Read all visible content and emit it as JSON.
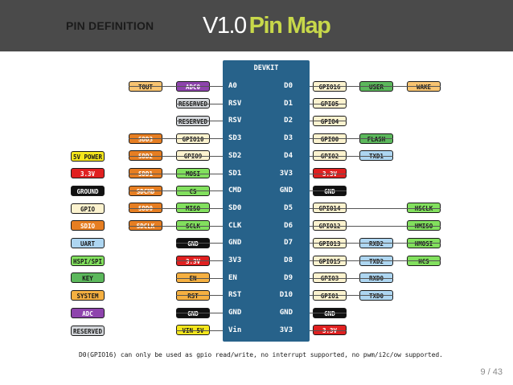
{
  "header": {
    "pin_definition": "PIN DEFINITION",
    "title_version": "V1.0",
    "title_main": "Pin Map"
  },
  "board": {
    "label": "DEVKIT"
  },
  "rows": [
    {
      "pin_left": "A0",
      "pin_right": "D0",
      "left": [
        {
          "text": "TOUT",
          "type": "tout"
        },
        {
          "text": "ADC0",
          "type": "adc"
        }
      ],
      "right": [
        {
          "text": "GPIO16",
          "type": "gpio"
        },
        {
          "text": "USER",
          "type": "key"
        },
        {
          "text": "WAKE",
          "type": "tout"
        }
      ]
    },
    {
      "pin_left": "RSV",
      "pin_right": "D1",
      "left": [
        {
          "text": "RESERVED",
          "type": "reserved"
        }
      ],
      "right": [
        {
          "text": "GPIO5",
          "type": "gpio"
        }
      ]
    },
    {
      "pin_left": "RSV",
      "pin_right": "D2",
      "left": [
        {
          "text": "RESERVED",
          "type": "reserved"
        }
      ],
      "right": [
        {
          "text": "GPIO4",
          "type": "gpio"
        }
      ]
    },
    {
      "pin_left": "SD3",
      "pin_right": "D3",
      "left": [
        {
          "text": "SDD3",
          "type": "sdio"
        },
        {
          "text": "GPIO10",
          "type": "gpio"
        }
      ],
      "right": [
        {
          "text": "GPIO0",
          "type": "gpio"
        },
        {
          "text": "FLASH",
          "type": "key"
        }
      ]
    },
    {
      "pin_left": "SD2",
      "pin_right": "D4",
      "left": [
        {
          "text": "SDD2",
          "type": "sdio"
        },
        {
          "text": "GPIO9",
          "type": "gpio"
        }
      ],
      "right": [
        {
          "text": "GPIO2",
          "type": "gpio"
        },
        {
          "text": "TXD1",
          "type": "uart"
        }
      ]
    },
    {
      "pin_left": "SD1",
      "pin_right": "3V3",
      "left": [
        {
          "text": "SDD1",
          "type": "sdio"
        },
        {
          "text": "MOSI",
          "type": "spi"
        }
      ],
      "right": [
        {
          "text": "3.3V",
          "type": "power33"
        }
      ]
    },
    {
      "pin_left": "CMD",
      "pin_right": "GND",
      "left": [
        {
          "text": "SDCMD",
          "type": "sdio"
        },
        {
          "text": "CS",
          "type": "spi"
        }
      ],
      "right": [
        {
          "text": "GND",
          "type": "ground"
        }
      ]
    },
    {
      "pin_left": "SD0",
      "pin_right": "D5",
      "left": [
        {
          "text": "SDD0",
          "type": "sdio"
        },
        {
          "text": "MISO",
          "type": "spi"
        }
      ],
      "right": [
        {
          "text": "GPIO14",
          "type": "gpio"
        },
        {
          "text": "HSCLK",
          "type": "spi"
        }
      ]
    },
    {
      "pin_left": "CLK",
      "pin_right": "D6",
      "left": [
        {
          "text": "SDCLK",
          "type": "sdio"
        },
        {
          "text": "SCLK",
          "type": "spi"
        }
      ],
      "right": [
        {
          "text": "GPIO12",
          "type": "gpio"
        },
        {
          "text": "HMISO",
          "type": "spi"
        }
      ]
    },
    {
      "pin_left": "GND",
      "pin_right": "D7",
      "left": [
        {
          "text": "GND",
          "type": "ground"
        }
      ],
      "right": [
        {
          "text": "GPIO13",
          "type": "gpio"
        },
        {
          "text": "RXD2",
          "type": "uart"
        },
        {
          "text": "HMOSI",
          "type": "spi"
        }
      ]
    },
    {
      "pin_left": "3V3",
      "pin_right": "D8",
      "left": [
        {
          "text": "3.3V",
          "type": "power33"
        }
      ],
      "right": [
        {
          "text": "GPIO15",
          "type": "gpio"
        },
        {
          "text": "TXD2",
          "type": "uart"
        },
        {
          "text": "HCS",
          "type": "spi"
        }
      ]
    },
    {
      "pin_left": "EN",
      "pin_right": "D9",
      "left": [
        {
          "text": "EN",
          "type": "system"
        }
      ],
      "right": [
        {
          "text": "GPIO3",
          "type": "gpio"
        },
        {
          "text": "RXD0",
          "type": "uart"
        }
      ]
    },
    {
      "pin_left": "RST",
      "pin_right": "D10",
      "left": [
        {
          "text": "RST",
          "type": "system"
        }
      ],
      "right": [
        {
          "text": "GPIO1",
          "type": "gpio"
        },
        {
          "text": "TXD0",
          "type": "uart"
        }
      ]
    },
    {
      "pin_left": "GND",
      "pin_right": "GND",
      "left": [
        {
          "text": "GND",
          "type": "ground"
        }
      ],
      "right": [
        {
          "text": "GND",
          "type": "ground"
        }
      ]
    },
    {
      "pin_left": "Vin",
      "pin_right": "3V3",
      "left": [
        {
          "text": "VIN 5V",
          "type": "power5"
        }
      ],
      "right": [
        {
          "text": "3.3V",
          "type": "power33"
        }
      ]
    }
  ],
  "legend": [
    {
      "text": "5V POWER",
      "type": "power5"
    },
    {
      "text": "3.3V",
      "type": "power33"
    },
    {
      "text": "GROUND",
      "type": "ground"
    },
    {
      "text": "GPIO",
      "type": "gpio"
    },
    {
      "text": "SDIO",
      "type": "sdio"
    },
    {
      "text": "UART",
      "type": "uart"
    },
    {
      "text": "HSPI/SPI",
      "type": "spi"
    },
    {
      "text": "KEY",
      "type": "key"
    },
    {
      "text": "SYSTEM",
      "type": "system"
    },
    {
      "text": "ADC",
      "type": "adc"
    },
    {
      "text": "RESERVED",
      "type": "reserved"
    }
  ],
  "styles": {
    "tout": {
      "bg": "#f8c471",
      "fg": "#1a1a1a"
    },
    "adc": {
      "bg": "#8e44ad",
      "fg": "#ffffff"
    },
    "reserved": {
      "bg": "#d5d8dc",
      "fg": "#1a1a1a"
    },
    "sdio": {
      "bg": "#e67e22",
      "fg": "#ffffff"
    },
    "gpio": {
      "bg": "#fcf3cf",
      "fg": "#1a1a1a"
    },
    "spi": {
      "bg": "#82e05e",
      "fg": "#1a1a1a"
    },
    "ground": {
      "bg": "#111111",
      "fg": "#ffffff"
    },
    "power33": {
      "bg": "#e02020",
      "fg": "#ffffff"
    },
    "power5": {
      "bg": "#f4e61c",
      "fg": "#1a1a1a"
    },
    "uart": {
      "bg": "#aed6f1",
      "fg": "#1a1a1a"
    },
    "key": {
      "bg": "#5cb85c",
      "fg": "#1a1a1a"
    },
    "system": {
      "bg": "#f5b041",
      "fg": "#1a1a1a"
    }
  },
  "note": "D0(GPIO16) can only be used as gpio read/write, no interrupt supported, no pwm/i2c/ow supported.",
  "page": {
    "number": "9 / 43"
  }
}
